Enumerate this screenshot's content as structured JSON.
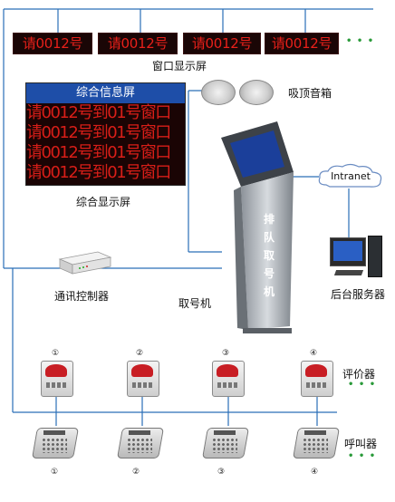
{
  "window_display": {
    "screens": [
      "请0012号",
      "请0012号",
      "请0012号",
      "请0012号"
    ],
    "more": "• • •",
    "label": "窗口显示屏"
  },
  "info_screen": {
    "title": "综合信息屏",
    "rows": [
      "请0012号到01号窗口",
      "请0012号到01号窗口",
      "请0012号到01号窗口",
      "请0012号到01号窗口"
    ],
    "label": "综合显示屏"
  },
  "speakers": {
    "label": "吸顶音箱"
  },
  "network": {
    "cloud": "Intranet"
  },
  "server": {
    "label": "后台服务器"
  },
  "controller": {
    "label": "通讯控制器"
  },
  "kiosk": {
    "vertical_text": [
      "排",
      "队",
      "取",
      "号",
      "机"
    ],
    "label": "取号机"
  },
  "evaluators": {
    "numbers": [
      "①",
      "②",
      "③",
      "④"
    ],
    "label": "评价器",
    "more": "• • •"
  },
  "callers": {
    "numbers": [
      "①",
      "②",
      "③",
      "④"
    ],
    "label": "呼叫器",
    "more": "• • •"
  },
  "colors": {
    "line": "#2a6fb8",
    "led_red": "#e8201a",
    "info_header": "#1e4ea8"
  }
}
